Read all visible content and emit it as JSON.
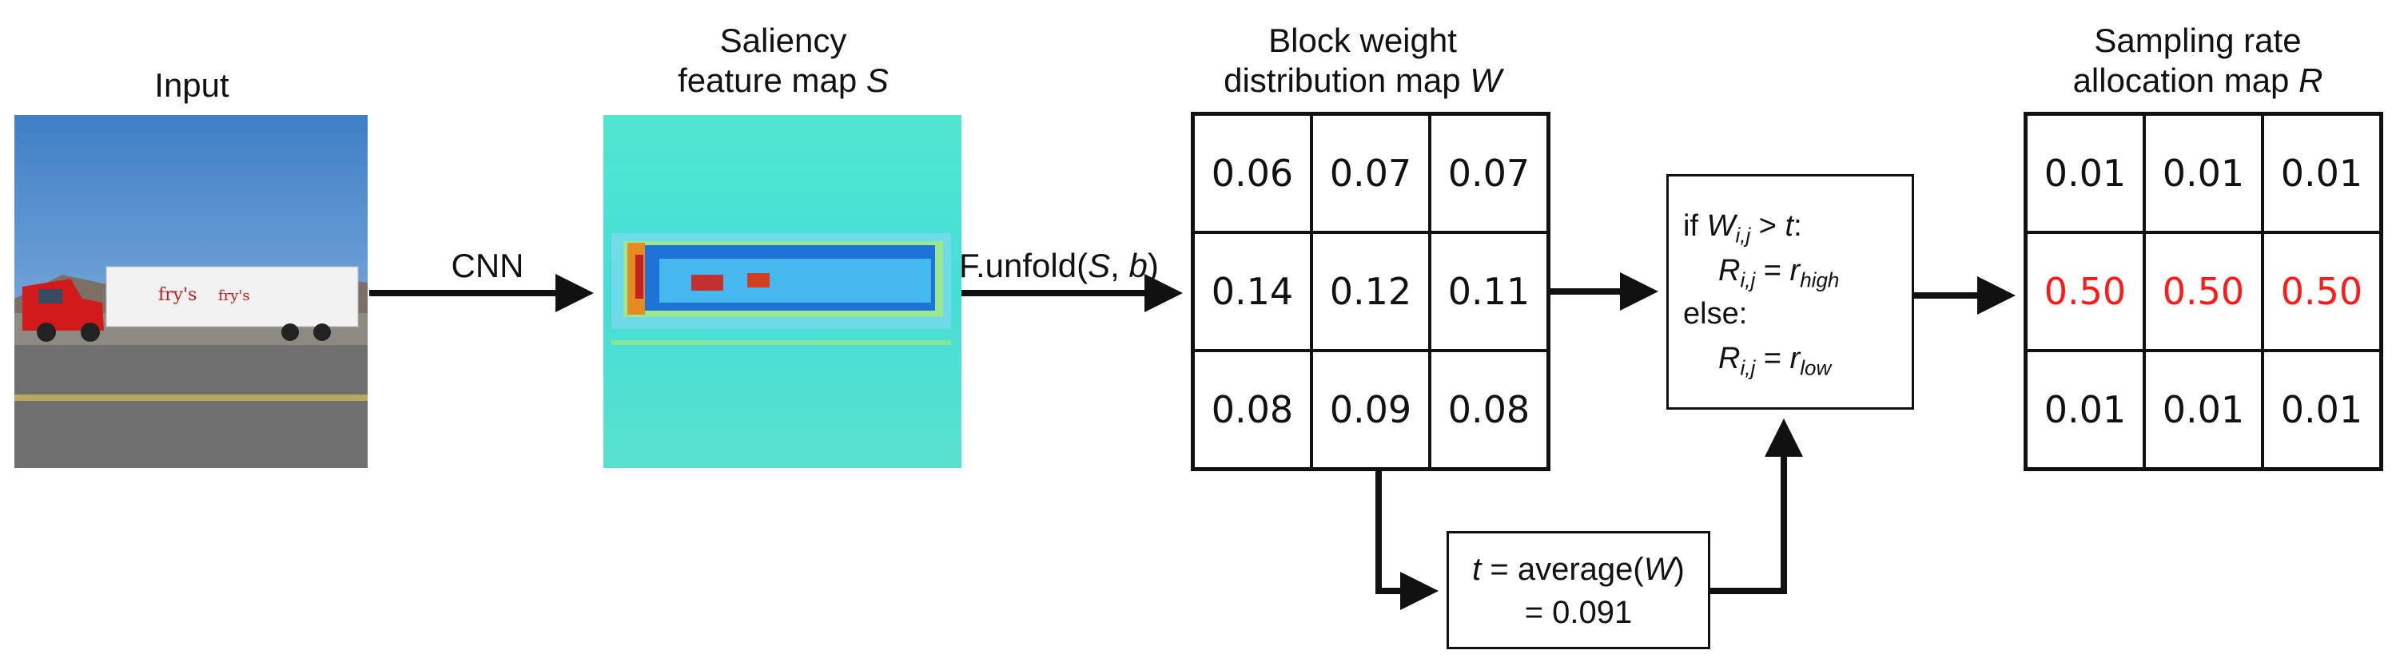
{
  "input": {
    "label": "Input"
  },
  "saliency": {
    "label_line1": "Saliency",
    "label_line2": "feature map",
    "label_var": "S"
  },
  "cnn_label": "CNN",
  "unfold": {
    "prefix": "F.unfold(",
    "var1": "S",
    "sep": ", ",
    "var2": "b",
    "suffix": ")"
  },
  "weight_map": {
    "label_line1": "Block weight",
    "label_line2": "distribution map",
    "label_var": "W",
    "rows": [
      [
        "0.06",
        "0.07",
        "0.07"
      ],
      [
        "0.14",
        "0.12",
        "0.11"
      ],
      [
        "0.08",
        "0.09",
        "0.08"
      ]
    ]
  },
  "threshold": {
    "line1_var": "t",
    "line1_eq": " = average(",
    "line1_var2": "W",
    "line1_end": ")",
    "line2": "= 0.091"
  },
  "condition": {
    "if": "if ",
    "W": "W",
    "ij": "i,j",
    "gt": " > ",
    "t": "t",
    "colon": ":",
    "R": "R",
    "eq": " = ",
    "r": "r",
    "high": "high",
    "else": "else:",
    "low": "low"
  },
  "rate_map": {
    "label_line1": "Sampling rate",
    "label_line2": "allocation map",
    "label_var": "R",
    "rows": [
      [
        "0.01",
        "0.01",
        "0.01"
      ],
      [
        "0.50",
        "0.50",
        "0.50"
      ],
      [
        "0.01",
        "0.01",
        "0.01"
      ]
    ],
    "highlight_row": 1,
    "highlight_color": "#ff1a1a"
  }
}
